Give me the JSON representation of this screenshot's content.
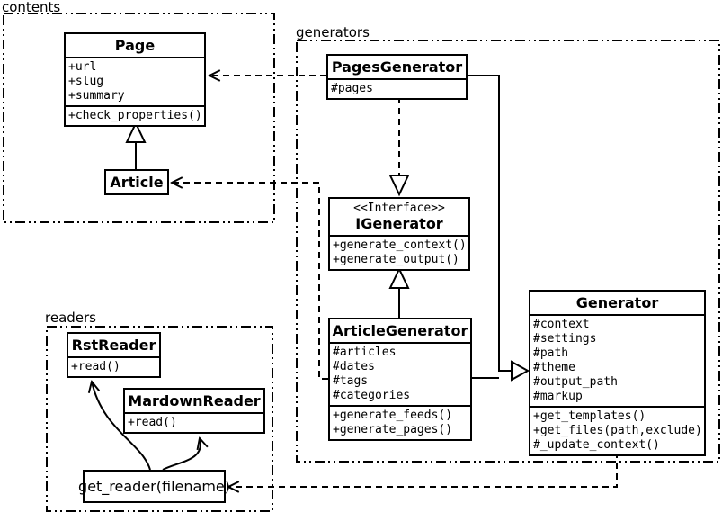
{
  "diagram": {
    "title": "UML class diagram",
    "background_color": "#ffffff",
    "line_color": "#000000"
  },
  "packages": {
    "contents": {
      "label": "contents"
    },
    "generators": {
      "label": "generators"
    },
    "readers": {
      "label": "readers"
    }
  },
  "classes": {
    "page": {
      "name": "Page",
      "attributes": [
        "+url",
        "+slug",
        "+summary"
      ],
      "methods": [
        "+check_properties()"
      ]
    },
    "article": {
      "name": "Article"
    },
    "pages_generator": {
      "name": "PagesGenerator",
      "attributes": [
        "#pages"
      ]
    },
    "igenerator": {
      "stereotype": "<<Interface>>",
      "name": "IGenerator",
      "methods": [
        "+generate_context()",
        "+generate_output()"
      ]
    },
    "article_generator": {
      "name": "ArticleGenerator",
      "attributes": [
        "#articles",
        "#dates",
        "#tags",
        "#categories"
      ],
      "methods": [
        "+generate_feeds()",
        "+generate_pages()"
      ]
    },
    "generator": {
      "name": "Generator",
      "attributes": [
        "#context",
        "#settings",
        "#path",
        "#theme",
        "#output_path",
        "#markup"
      ],
      "methods": [
        "+get_templates()",
        "+get_files(path,exclude)",
        "#_update_context()"
      ]
    },
    "rst_reader": {
      "name": "RstReader",
      "methods": [
        "+read()"
      ]
    },
    "mardown_reader": {
      "name": "MardownReader",
      "methods": [
        "+read()"
      ]
    },
    "get_reader": {
      "name": "get_reader(filename)"
    }
  },
  "relationships": [
    {
      "type": "inheritance",
      "from": "Article",
      "to": "Page"
    },
    {
      "type": "dependency",
      "from": "PagesGenerator",
      "to": "Page"
    },
    {
      "type": "realization",
      "from": "PagesGenerator",
      "to": "IGenerator"
    },
    {
      "type": "inheritance",
      "from": "ArticleGenerator",
      "to": "IGenerator"
    },
    {
      "type": "inheritance",
      "from": "PagesGenerator",
      "to": "Generator"
    },
    {
      "type": "inheritance",
      "from": "ArticleGenerator",
      "to": "Generator"
    },
    {
      "type": "dependency",
      "from": "ArticleGenerator",
      "to": "Article"
    },
    {
      "type": "dependency",
      "from": "Generator",
      "to": "get_reader"
    },
    {
      "type": "arrow",
      "from": "get_reader",
      "to": "RstReader"
    },
    {
      "type": "arrow",
      "from": "get_reader",
      "to": "MardownReader"
    }
  ]
}
